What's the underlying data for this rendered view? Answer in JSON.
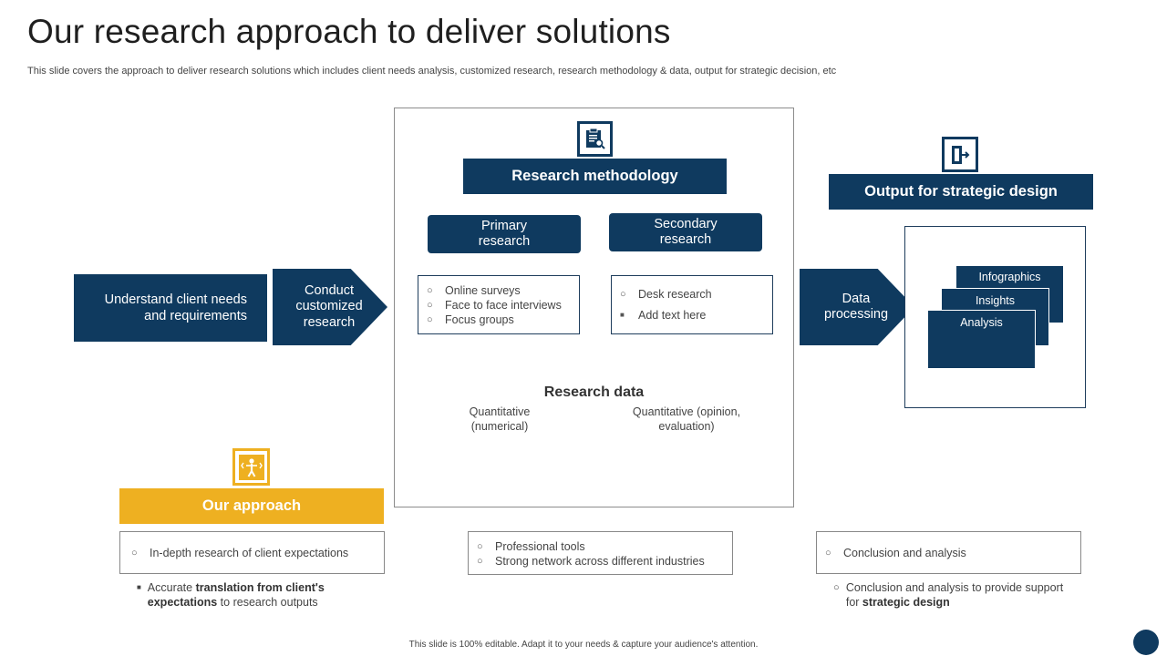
{
  "slide": {
    "title": "Our research approach to deliver solutions",
    "subtitle": "This slide covers the approach to deliver research solutions which includes client needs analysis, customized research, research methodology & data, output for strategic decision, etc",
    "footer": "This slide is 100% editable. Adapt it to your needs & capture your audience's attention."
  },
  "flow": {
    "understand": "Understand client needs and requirements",
    "conduct": "Conduct customized research",
    "data_processing": "Data processing"
  },
  "methodology": {
    "title": "Research methodology",
    "primary": "Primary research",
    "secondary": "Secondary research",
    "primary_items": [
      "Online surveys",
      "Face to face interviews",
      "Focus groups"
    ],
    "secondary_items": [
      "Desk research",
      "Add text here"
    ],
    "research_data_title": "Research data",
    "quantitative_1": "Quantitative (numerical)",
    "quantitative_2": "Quantitative (opinion, evaluation)"
  },
  "output": {
    "title": "Output for strategic design",
    "cards": [
      "Infographics",
      "Insights",
      "Analysis"
    ]
  },
  "approach": {
    "title": "Our approach",
    "left_item": "In-depth research of client expectations",
    "left_note_prefix": "Accurate ",
    "left_note_bold": "translation from client's expectations",
    "left_note_suffix": " to research outputs",
    "middle_items": [
      "Professional tools",
      "Strong network across different industries"
    ],
    "right_item": "Conclusion and analysis",
    "right_note_prefix": "Conclusion and analysis to provide support for ",
    "right_note_bold": "strategic design"
  },
  "icons": {
    "methodology": "clipboard-search-icon",
    "output": "exit-door-icon",
    "approach": "person-arrows-icon"
  },
  "colors": {
    "navy": "#0f3a5f",
    "gold": "#eeb021"
  }
}
